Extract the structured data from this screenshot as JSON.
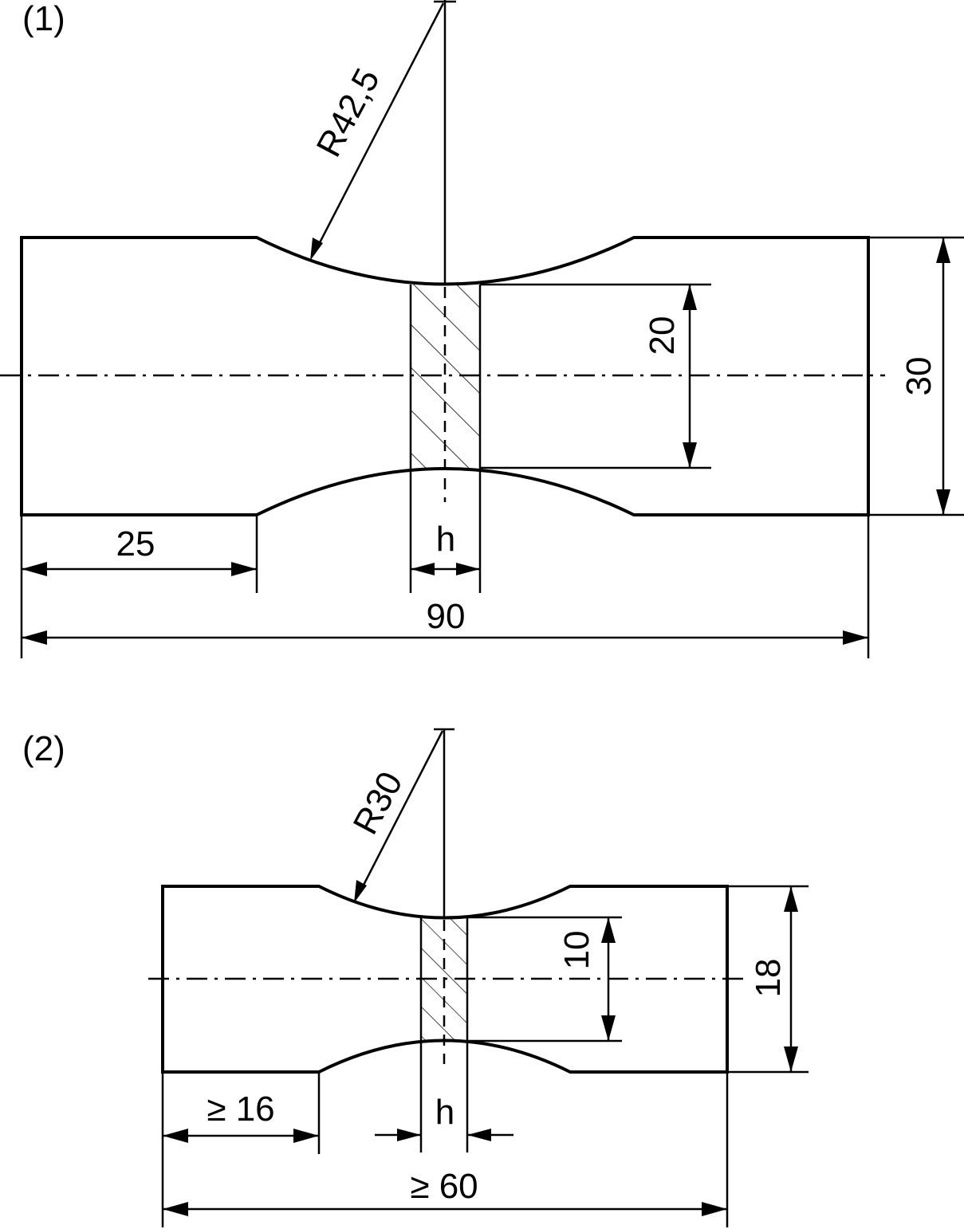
{
  "specimens": [
    {
      "label": "(1)",
      "radius": "R42,5",
      "neck_width": "20",
      "overall_width": "30",
      "end_length": "25",
      "overall_length": "90",
      "thickness_symbol": "h"
    },
    {
      "label": "(2)",
      "radius": "R30",
      "neck_width": "10",
      "overall_width": "18",
      "end_length": "≥ 16",
      "overall_length": "≥ 60",
      "thickness_symbol": "h"
    }
  ]
}
